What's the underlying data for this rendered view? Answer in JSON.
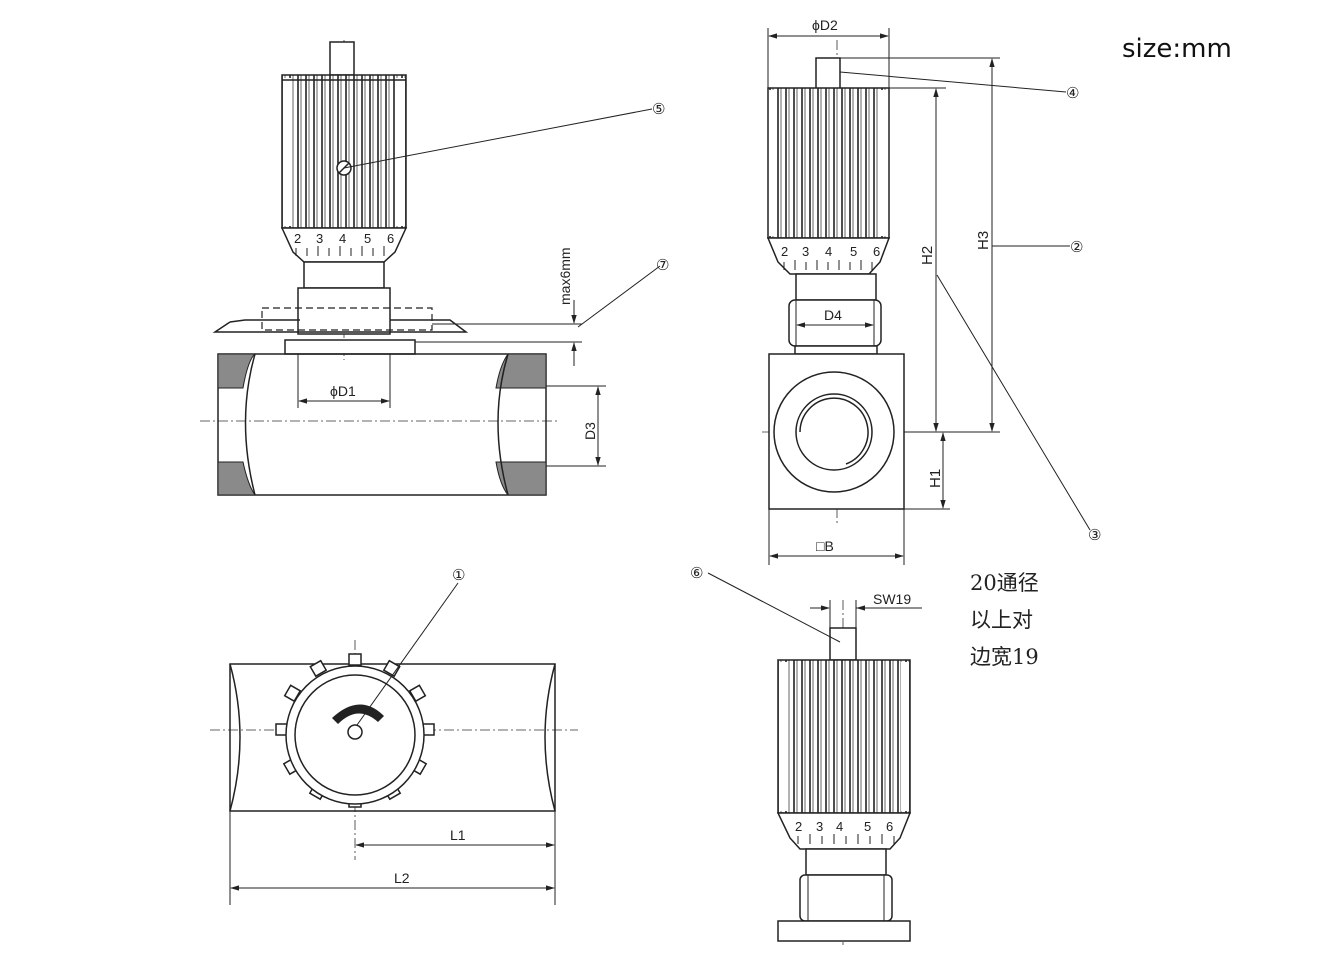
{
  "unit_note": "size:mm",
  "note_lines": [
    "20通径",
    "以上对",
    "边宽19"
  ],
  "dimensions": {
    "D1": "ϕD1",
    "D2": "ϕD2",
    "D3": "D3",
    "D4": "D4",
    "H1": "H1",
    "H2": "H2",
    "H3": "H3",
    "B": "□B",
    "L1": "L1",
    "L2": "L2",
    "SW": "SW19",
    "max_travel": "max6mm"
  },
  "callouts": [
    "①",
    "②",
    "③",
    "④",
    "⑤",
    "⑥",
    "⑦"
  ],
  "scale_digits": [
    "2",
    "3",
    "4",
    "5",
    "6"
  ]
}
